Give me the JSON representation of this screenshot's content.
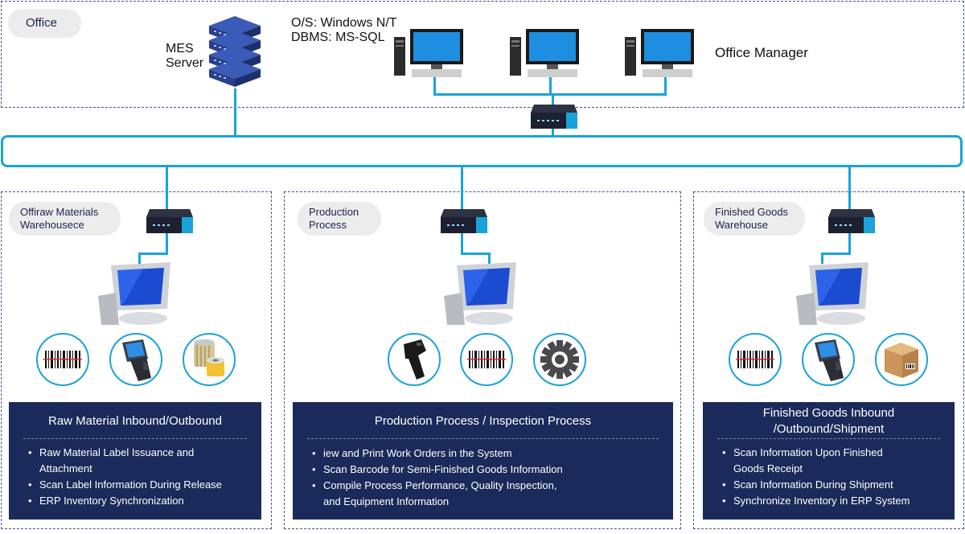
{
  "office": {
    "label": "Office",
    "server_label_line1": "MES",
    "server_label_line2": "Server",
    "os_text": "O/S: Windows N/T",
    "dbms_text": "DBMS:  MS-SQL",
    "manager_label": "Office Manager"
  },
  "zones": {
    "raw": {
      "label_line1": "Offiraw Materials",
      "label_line2": "Warehousece",
      "title": "Raw Material Inbound/Outbound",
      "items": [
        {
          "line1": "Raw Material Label Issuance and",
          "line2": "Attachment"
        },
        {
          "line1": "Scan Label Information During Release",
          "line2": ""
        },
        {
          "line1": "ERP Inventory Synchronization",
          "line2": ""
        }
      ],
      "icons": [
        "barcode-icon",
        "handheld-scanner-icon",
        "filter-parts-icon"
      ]
    },
    "production": {
      "label_line1": "Production",
      "label_line2": "Process",
      "title": "Production Process / Inspection Process",
      "items": [
        {
          "line1": "iew and Print Work Orders in the System",
          "line2": ""
        },
        {
          "line1": "Scan Barcode for Semi-Finished Goods Information",
          "line2": ""
        },
        {
          "line1": "Compile Process Performance, Quality Inspection,",
          "line2": "and Equipment Information"
        }
      ],
      "icons": [
        "barcode-gun-icon",
        "barcode-icon",
        "gear-icon"
      ]
    },
    "finished": {
      "label_line1": "Finished Goods",
      "label_line2": "Warehouse",
      "title_line1": "Finished Goods Inbound",
      "title_line2": "/Outbound/Shipment",
      "items": [
        {
          "line1": "Scan Information Upon Finished",
          "line2": "Goods Receipt"
        },
        {
          "line1": "Scan Information During Shipment",
          "line2": ""
        },
        {
          "line1": "Synchronize Inventory in ERP System",
          "line2": ""
        }
      ],
      "icons": [
        "barcode-icon",
        "handheld-scanner-icon",
        "box-icon"
      ]
    }
  },
  "colors": {
    "line": "#1aa3d9",
    "panel": "#1a2a5a",
    "zone_border": "#4a4f8f",
    "pill": "#ececec"
  }
}
